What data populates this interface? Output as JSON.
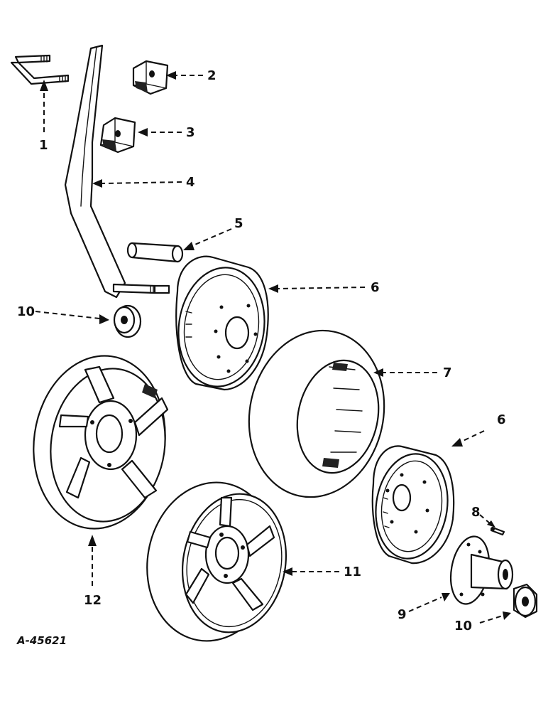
{
  "callouts": {
    "c1": "1",
    "c2": "2",
    "c3": "3",
    "c4": "4",
    "c5": "5",
    "c6a": "6",
    "c6b": "6",
    "c7": "7",
    "c8": "8",
    "c9": "9",
    "c10a": "10",
    "c10b": "10",
    "c11": "11",
    "c12": "12"
  },
  "reference_number": "A-45621"
}
